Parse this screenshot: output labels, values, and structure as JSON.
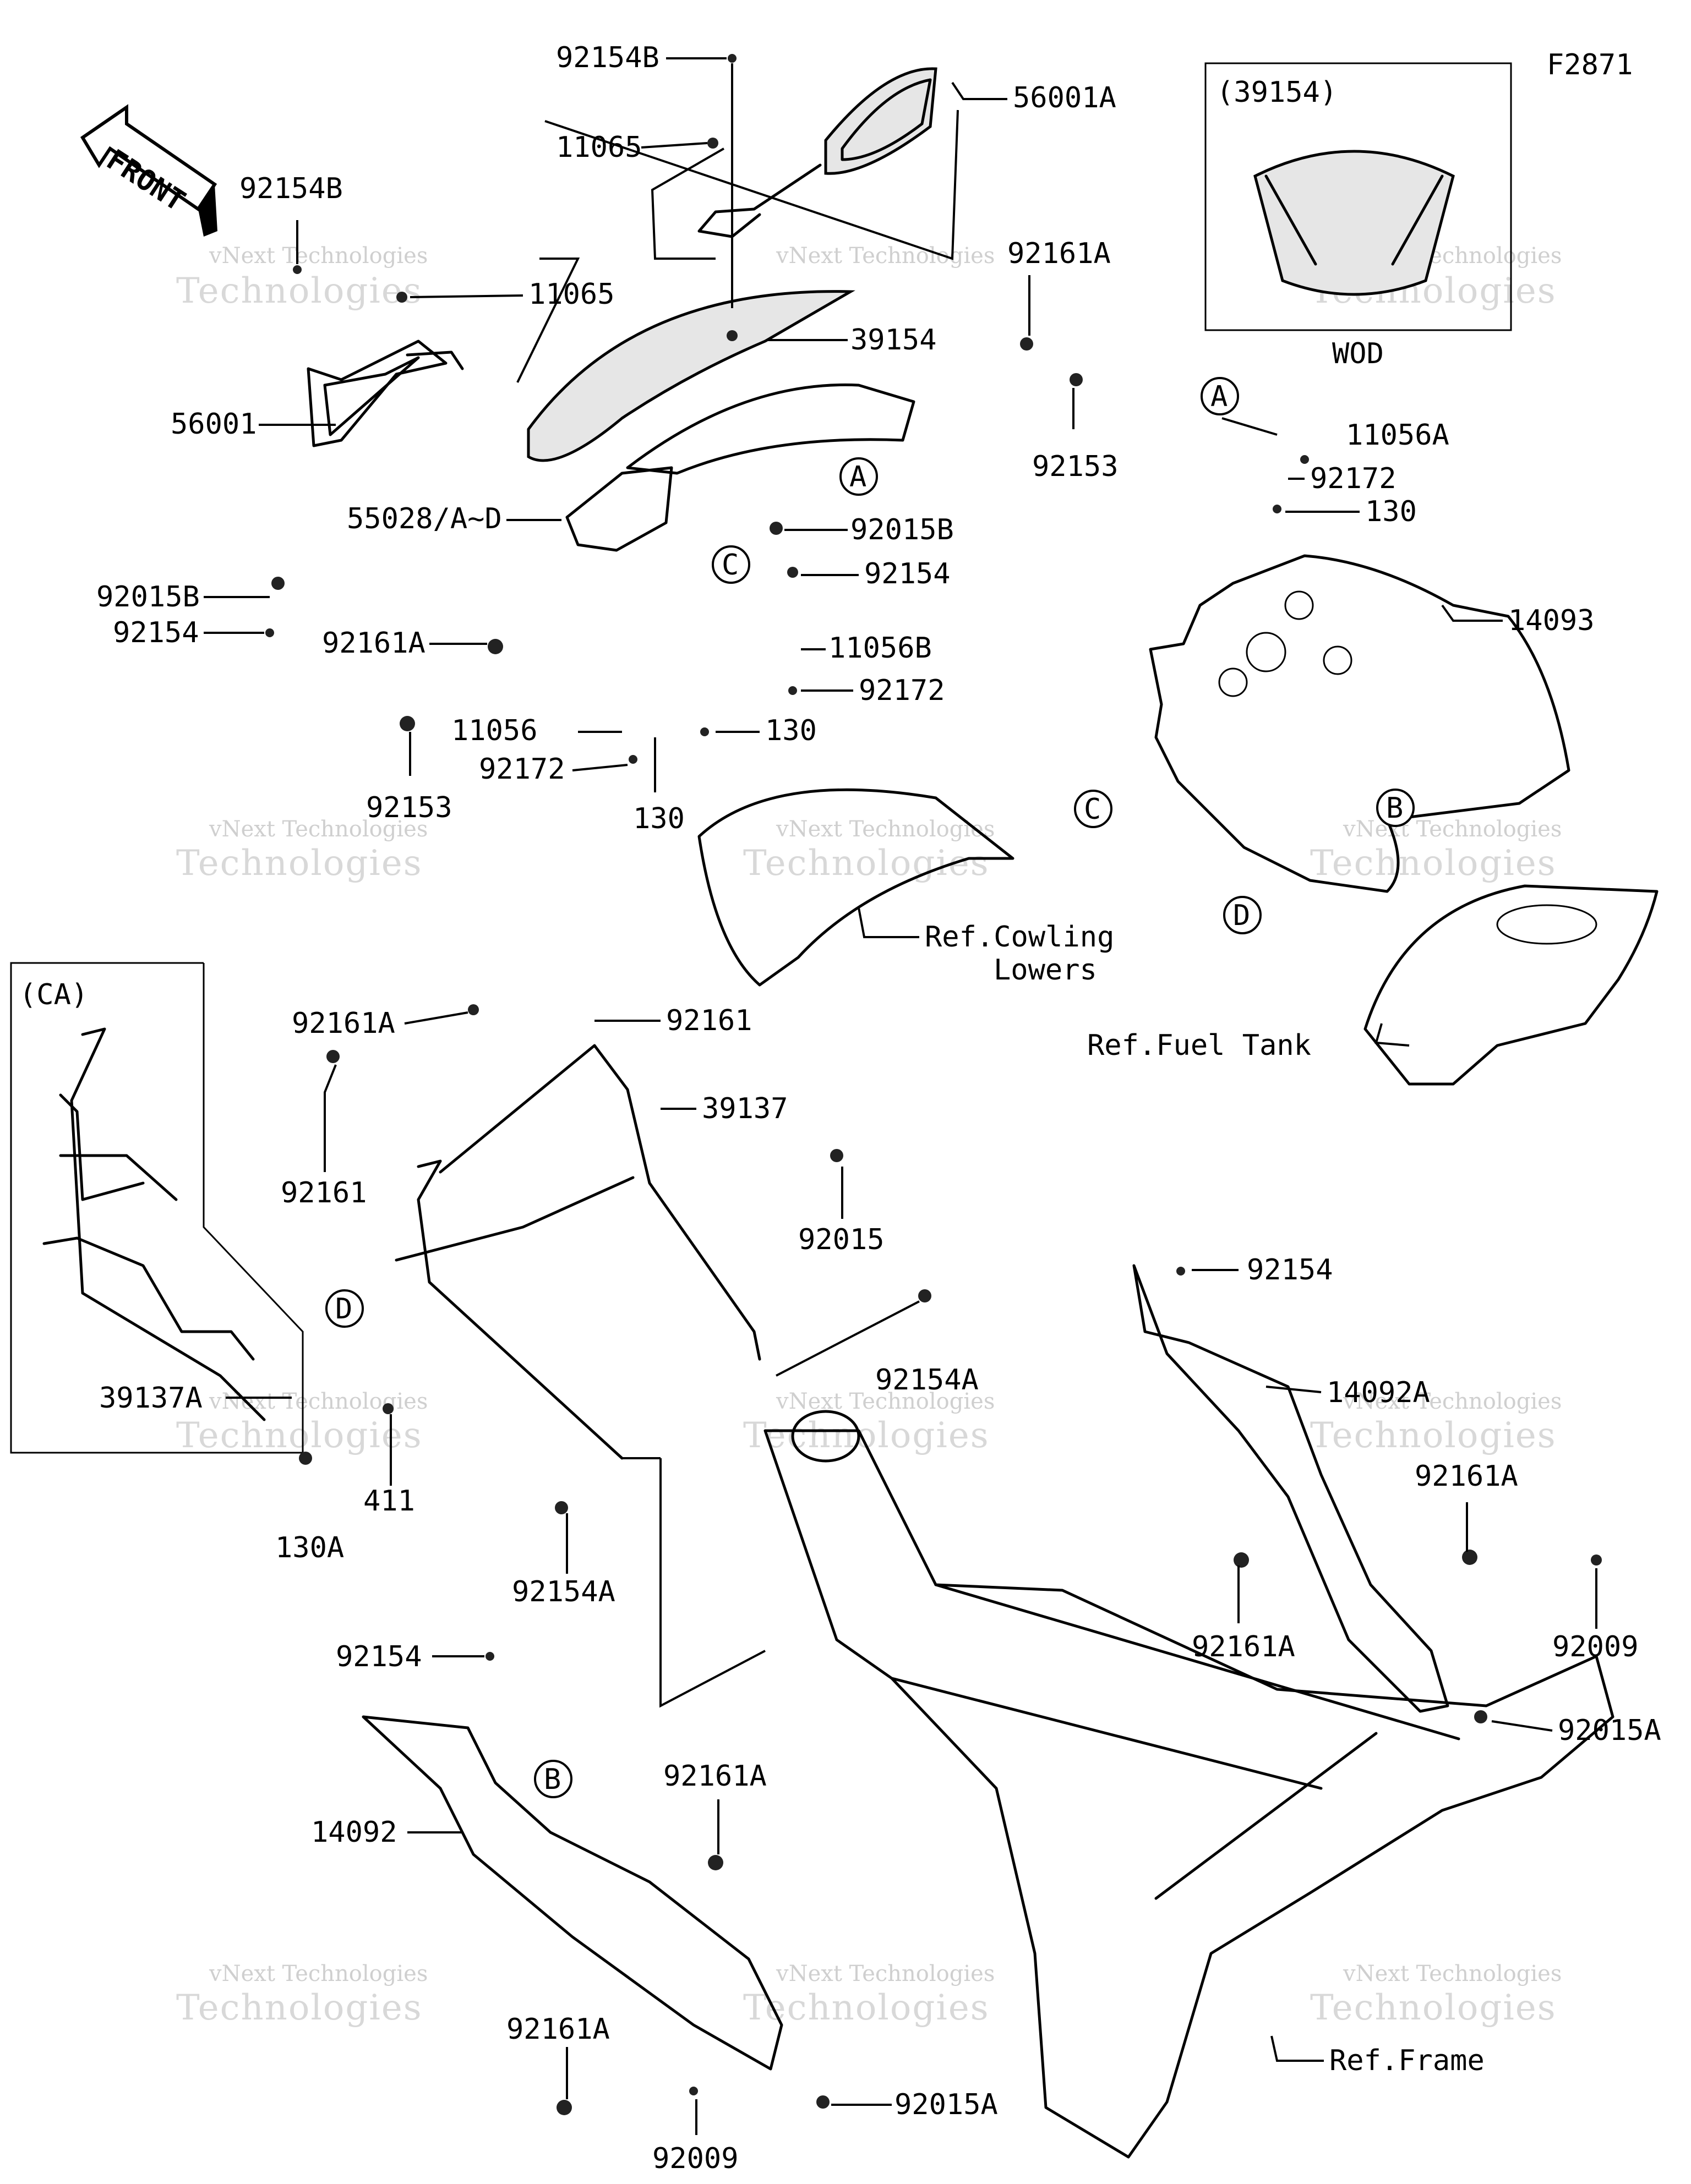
{
  "diagram": {
    "code": "F2871",
    "front_label": "FRONT",
    "inset_top": {
      "title": "(39154)",
      "caption": "WOD"
    },
    "inset_left": {
      "title": "(CA)"
    },
    "watermark": {
      "line1": "vNext",
      "line2": "Technologies",
      "small": "vNext Technologies"
    },
    "callout_letters": {
      "a": "A",
      "b": "B",
      "c": "C",
      "d": "D"
    },
    "labels": {
      "l_92154B_top": "92154B",
      "l_56001A": "56001A",
      "l_11065_top": "11065",
      "l_92154B_left": "92154B",
      "l_11065_left": "11065",
      "l_39154": "39154",
      "l_92161A_top": "92161A",
      "l_56001": "56001",
      "l_92153_right": "92153",
      "l_55028": "55028/A~D",
      "l_92015B_right": "92015B",
      "l_92154_right": "92154",
      "l_92015B_left": "92015B",
      "l_92154_left": "92154",
      "l_92161A_mid": "92161A",
      "l_11056B": "11056B",
      "l_92172_mid": "92172",
      "l_11056": "11056",
      "l_130_mid": "130",
      "l_92172_left": "92172",
      "l_92153_left": "92153",
      "l_130_low": "130",
      "l_11056A": "11056A",
      "l_92172_right": "92172",
      "l_130_right": "130",
      "l_14093": "14093",
      "l_ref_cowl_1": "Ref.Cowling",
      "l_ref_cowl_2": "Lowers",
      "l_ref_fuel": "Ref.Fuel Tank",
      "l_92161A_frame": "92161A",
      "l_92161_top": "92161",
      "l_39137": "39137",
      "l_92161_left": "92161",
      "l_92015": "92015",
      "l_92154A_right": "92154A",
      "l_39137A": "39137A",
      "l_411": "411",
      "l_130A": "130A",
      "l_92154A_low": "92154A",
      "l_92154_r2": "92154",
      "l_14092A": "14092A",
      "l_92161A_r2": "92161A",
      "l_92161A_r3": "92161A",
      "l_92009_right": "92009",
      "l_92015A_right": "92015A",
      "l_92154_low": "92154",
      "l_14092": "14092",
      "l_92161A_low": "92161A",
      "l_92161A_bot": "92161A",
      "l_92015A_bot": "92015A",
      "l_92009_bot": "92009",
      "l_ref_frame": "Ref.Frame"
    }
  }
}
